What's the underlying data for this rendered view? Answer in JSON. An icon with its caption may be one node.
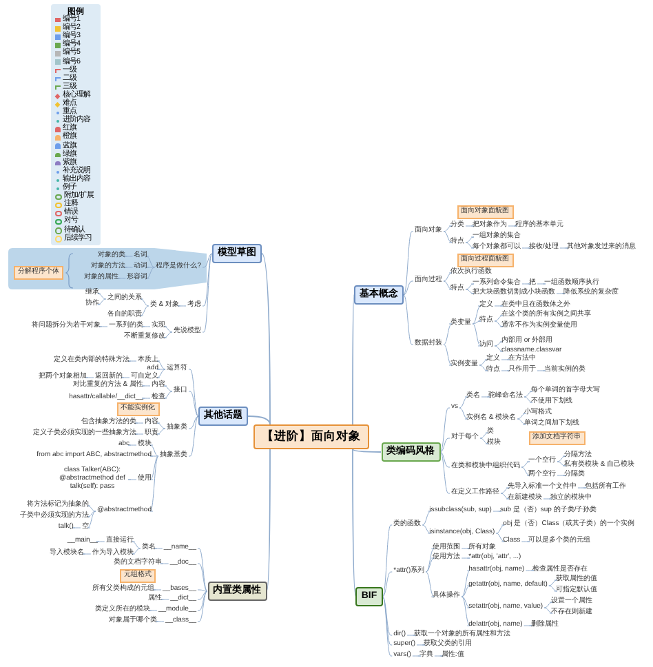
{
  "diagram": {
    "nodes": [
      {
        "text": [
          "【进阶】面向对象"
        ]
      },
      {
        "text": [
          "基本概念"
        ]
      },
      {
        "text": [
          "面向对象"
        ]
      },
      {
        "text": [
          "分类"
        ]
      },
      {
        "text": [
          "把对象作为"
        ]
      },
      {
        "text": [
          "程序的基本单元"
        ]
      },
      {
        "text": [
          "特点"
        ]
      },
      {
        "text": [
          "一组对象的集合"
        ]
      },
      {
        "text": [
          "每个对象都可以"
        ]
      },
      {
        "text": [
          "接收/处理"
        ]
      },
      {
        "text": [
          "其他对象发过来的消息"
        ]
      },
      {
        "text": [
          "面向过程"
        ]
      },
      {
        "text": [
          "依次执行函数"
        ]
      },
      {
        "text": [
          "特点"
        ]
      },
      {
        "text": [
          "一系列命令集合"
        ]
      },
      {
        "text": [
          "把"
        ]
      },
      {
        "text": [
          "一组函数顺序执行"
        ]
      },
      {
        "text": [
          "把大块函数切割成小块函数"
        ]
      },
      {
        "text": [
          "降低系统的复杂度"
        ]
      },
      {
        "text": [
          "数据封装"
        ]
      },
      {
        "text": [
          "类变量"
        ]
      },
      {
        "text": [
          "定义"
        ]
      },
      {
        "text": [
          "在类中且在函数体之外"
        ]
      },
      {
        "text": [
          "特点"
        ]
      },
      {
        "text": [
          "在这个类的所有实例之间共享"
        ]
      },
      {
        "text": [
          "通常不作为实例变量使用"
        ]
      },
      {
        "text": [
          "访问"
        ]
      },
      {
        "text": [
          "内部用 or 外部用"
        ]
      },
      {
        "text": [
          "classname.classvar"
        ]
      },
      {
        "text": [
          "实例变量"
        ]
      },
      {
        "text": [
          "定义"
        ]
      },
      {
        "text": [
          "在方法中"
        ]
      },
      {
        "text": [
          "特点"
        ]
      },
      {
        "text": [
          "只作用于"
        ]
      },
      {
        "text": [
          "当前实例的类"
        ]
      },
      {
        "text": [
          "类编码风格"
        ]
      },
      {
        "text": [
          "vs"
        ]
      },
      {
        "text": [
          "类名"
        ]
      },
      {
        "text": [
          "驼峰命名法"
        ]
      },
      {
        "text": [
          "每个单词的首字母大写"
        ]
      },
      {
        "text": [
          "不使用下划线"
        ]
      },
      {
        "text": [
          "实例名 & 模块名"
        ]
      },
      {
        "text": [
          "小写格式"
        ]
      },
      {
        "text": [
          "单词之间加下划线"
        ]
      },
      {
        "text": [
          "对于每个"
        ]
      },
      {
        "text": [
          "类"
        ]
      },
      {
        "text": [
          "模块"
        ]
      },
      {
        "text": [
          "在类和模块中组织代码"
        ]
      },
      {
        "text": [
          "一个空行"
        ]
      },
      {
        "text": [
          "分隔方法"
        ]
      },
      {
        "text": [
          "私有类模块 & 自己模块"
        ]
      },
      {
        "text": [
          "两个空行"
        ]
      },
      {
        "text": [
          "分隔类"
        ]
      },
      {
        "text": [
          "在定义工作路径"
        ]
      },
      {
        "text": [
          "先导入标准一个文件中"
        ]
      },
      {
        "text": [
          "包括所有工作"
        ]
      },
      {
        "text": [
          "在新建模块"
        ]
      },
      {
        "text": [
          "独立的模块中"
        ]
      },
      {
        "text": [
          "BIF"
        ]
      },
      {
        "text": [
          "类的函数"
        ]
      },
      {
        "text": [
          "issubclass(sub, sup)"
        ]
      },
      {
        "text": [
          "sub 是（否）sup 的子类/子孙类"
        ]
      },
      {
        "text": [
          "isinstance(obj, Class)"
        ]
      },
      {
        "text": [
          "obj 是（否）Class（或其子类）的一个实例"
        ]
      },
      {
        "text": [
          "Class"
        ]
      },
      {
        "text": [
          "可以是多个类的元组"
        ]
      },
      {
        "text": [
          "*attr()系列"
        ]
      },
      {
        "text": [
          "使用范围"
        ]
      },
      {
        "text": [
          "所有对象"
        ]
      },
      {
        "text": [
          "使用方法"
        ]
      },
      {
        "text": [
          "*attr(obj, 'attr', ...)"
        ]
      },
      {
        "text": [
          "具体操作"
        ]
      },
      {
        "text": [
          "hasattr(obj, name)"
        ]
      },
      {
        "text": [
          "检查属性是否存在"
        ]
      },
      {
        "text": [
          "getattr(obj, name, default)"
        ]
      },
      {
        "text": [
          "获取属性的值"
        ]
      },
      {
        "text": [
          "可指定默认值"
        ]
      },
      {
        "text": [
          "setattr(obj, name, value)"
        ]
      },
      {
        "text": [
          "设置一个属性"
        ]
      },
      {
        "text": [
          "不存在则新建"
        ]
      },
      {
        "text": [
          "delattr(obj, name)"
        ]
      },
      {
        "text": [
          "删除属性"
        ]
      },
      {
        "text": [
          "dir()"
        ]
      },
      {
        "text": [
          "获取一个对象的所有属性和方法"
        ]
      },
      {
        "text": [
          "super()"
        ]
      },
      {
        "text": [
          "获取父类的引用"
        ]
      },
      {
        "text": [
          "vars()"
        ]
      },
      {
        "text": [
          "字典"
        ]
      },
      {
        "text": [
          "属性:值"
        ]
      },
      {
        "text": [
          "模型草图"
        ]
      },
      {
        "text": [
          "程序是做什么?"
        ]
      },
      {
        "text": [
          "名词"
        ]
      },
      {
        "text": [
          "对象的类"
        ]
      },
      {
        "text": [
          "动词"
        ]
      },
      {
        "text": [
          "对象的方法"
        ]
      },
      {
        "text": [
          "形容词"
        ]
      },
      {
        "text": [
          "对象的属性"
        ]
      },
      {
        "text": [
          "分解程序个体"
        ]
      },
      {
        "text": [
          "考虑"
        ]
      },
      {
        "text": [
          "类 & 对象"
        ]
      },
      {
        "text": [
          "之间的关系"
        ]
      },
      {
        "text": [
          "继承"
        ]
      },
      {
        "text": [
          "协作"
        ]
      },
      {
        "text": [
          "各自的职责"
        ]
      },
      {
        "text": [
          "先说模型"
        ]
      },
      {
        "text": [
          "实现"
        ]
      },
      {
        "text": [
          "一系列的类"
        ]
      },
      {
        "text": [
          "将问题拆分为若干对象"
        ]
      },
      {
        "text": [
          "不断重复修改"
        ]
      },
      {
        "text": [
          "其他话题"
        ]
      },
      {
        "text": [
          "运算符"
        ]
      },
      {
        "text": [
          "本质上"
        ]
      },
      {
        "text": [
          "定义在类内部的特殊方法"
        ]
      },
      {
        "text": [
          "add"
        ]
      },
      {
        "text": [
          "可自定义"
        ]
      },
      {
        "text": [
          "返回新的"
        ]
      },
      {
        "text": [
          "把两个对象相加"
        ]
      },
      {
        "text": [
          "接口"
        ]
      },
      {
        "text": [
          "内容"
        ]
      },
      {
        "text": [
          "对比重复的方法 & 属性"
        ]
      },
      {
        "text": [
          "检查"
        ]
      },
      {
        "text": [
          "hasattr/callable/__dict__"
        ]
      },
      {
        "text": [
          "抽象类"
        ]
      },
      {
        "text": [
          "内容"
        ]
      },
      {
        "text": [
          "包含抽象方法的类"
        ]
      },
      {
        "text": [
          "职责"
        ]
      },
      {
        "text": [
          "定义子类必须实现的一些抽象方法"
        ]
      },
      {
        "text": [
          "抽象基类"
        ]
      },
      {
        "text": [
          "模块"
        ]
      },
      {
        "text": [
          "abc"
        ]
      },
      {
        "text": [
          "from abc import ABC, abstractmethod"
        ]
      },
      {
        "text": [
          "使用"
        ]
      },
      {
        "text": [
          "class Talker(ABC): @abstractmethod def talk(self): pass"
        ]
      },
      {
        "text": [
          "@abstractmethod"
        ]
      },
      {
        "text": [
          "将方法标记为抽象的"
        ]
      },
      {
        "text": [
          "子类中必须实现的方法"
        ]
      },
      {
        "text": [
          "空"
        ]
      },
      {
        "text": [
          "talk()"
        ]
      },
      {
        "text": [
          "内置类属性"
        ]
      },
      {
        "text": [
          "__name__"
        ]
      },
      {
        "text": [
          "类名"
        ]
      },
      {
        "text": [
          "直接运行"
        ]
      },
      {
        "text": [
          "__main__"
        ]
      },
      {
        "text": [
          "作为导入模块"
        ]
      },
      {
        "text": [
          "导入模块名"
        ]
      },
      {
        "text": [
          "__doc__"
        ]
      },
      {
        "text": [
          "类的文档字符串"
        ]
      },
      {
        "text": [
          "__bases__"
        ]
      },
      {
        "text": [
          "所有父类构成的元组"
        ]
      },
      {
        "text": [
          "__dict__"
        ]
      },
      {
        "text": [
          "属性"
        ]
      },
      {
        "text": [
          "__module__"
        ]
      },
      {
        "text": [
          "类定义所在的模块"
        ]
      },
      {
        "text": [
          "__class__"
        ]
      },
      {
        "text": [
          "对象属于哪个类"
        ]
      },
      {
        "text": [
          "面向对象面貌图"
        ]
      },
      {
        "text": [
          "面向过程面貌图"
        ]
      },
      {
        "text": [
          "不能实例化"
        ]
      },
      {
        "text": [
          "添加文档字符串"
        ]
      },
      {
        "text": [
          "元组格式"
        ]
      }
    ],
    "edges": [
      {
        "from": 0,
        "to": 1,
        "arrow": "none"
      },
      {
        "from": 1,
        "to": 2,
        "arrow": "none"
      },
      {
        "from": 2,
        "to": 3,
        "arrow": "none"
      },
      {
        "from": 3,
        "to": 4,
        "arrow": "none"
      },
      {
        "from": 4,
        "to": 5,
        "arrow": "none"
      },
      {
        "from": 2,
        "to": 6,
        "arrow": "none"
      },
      {
        "from": 6,
        "to": 7,
        "arrow": "none"
      },
      {
        "from": 6,
        "to": 8,
        "arrow": "none"
      },
      {
        "from": 8,
        "to": 9,
        "arrow": "none"
      },
      {
        "from": 9,
        "to": 10,
        "arrow": "none"
      },
      {
        "from": 1,
        "to": 11,
        "arrow": "none"
      },
      {
        "from": 11,
        "to": 12,
        "arrow": "none"
      },
      {
        "from": 11,
        "to": 13,
        "arrow": "none"
      },
      {
        "from": 13,
        "to": 14,
        "arrow": "none"
      },
      {
        "from": 14,
        "to": 15,
        "arrow": "none"
      },
      {
        "from": 15,
        "to": 16,
        "arrow": "none"
      },
      {
        "from": 13,
        "to": 17,
        "arrow": "none"
      },
      {
        "from": 17,
        "to": 18,
        "arrow": "none"
      },
      {
        "from": 1,
        "to": 19,
        "arrow": "none"
      },
      {
        "from": 19,
        "to": 20,
        "arrow": "none"
      },
      {
        "from": 20,
        "to": 21,
        "arrow": "none"
      },
      {
        "from": 21,
        "to": 22,
        "arrow": "none"
      },
      {
        "from": 20,
        "to": 23,
        "arrow": "none"
      },
      {
        "from": 23,
        "to": 24,
        "arrow": "none"
      },
      {
        "from": 23,
        "to": 25,
        "arrow": "none"
      },
      {
        "from": 20,
        "to": 26,
        "arrow": "none"
      },
      {
        "from": 26,
        "to": 27,
        "arrow": "none"
      },
      {
        "from": 26,
        "to": 28,
        "arrow": "none"
      },
      {
        "from": 19,
        "to": 29,
        "arrow": "none"
      },
      {
        "from": 29,
        "to": 30,
        "arrow": "none"
      },
      {
        "from": 30,
        "to": 31,
        "arrow": "none"
      },
      {
        "from": 29,
        "to": 32,
        "arrow": "none"
      },
      {
        "from": 32,
        "to": 33,
        "arrow": "none"
      },
      {
        "from": 33,
        "to": 34,
        "arrow": "none"
      },
      {
        "from": 0,
        "to": 35,
        "arrow": "none"
      },
      {
        "from": 35,
        "to": 36,
        "arrow": "none"
      },
      {
        "from": 36,
        "to": 37,
        "arrow": "none"
      },
      {
        "from": 37,
        "to": 38,
        "arrow": "none"
      },
      {
        "from": 38,
        "to": 39,
        "arrow": "none"
      },
      {
        "from": 38,
        "to": 40,
        "arrow": "none"
      },
      {
        "from": 36,
        "to": 41,
        "arrow": "none"
      },
      {
        "from": 41,
        "to": 42,
        "arrow": "none"
      },
      {
        "from": 41,
        "to": 43,
        "arrow": "none"
      },
      {
        "from": 35,
        "to": 44,
        "arrow": "none"
      },
      {
        "from": 44,
        "to": 45,
        "arrow": "none"
      },
      {
        "from": 44,
        "to": 46,
        "arrow": "none"
      },
      {
        "from": 35,
        "to": 47,
        "arrow": "none"
      },
      {
        "from": 47,
        "to": 48,
        "arrow": "none"
      },
      {
        "from": 48,
        "to": 49,
        "arrow": "none"
      },
      {
        "from": 48,
        "to": 50,
        "arrow": "none"
      },
      {
        "from": 47,
        "to": 51,
        "arrow": "none"
      },
      {
        "from": 51,
        "to": 52,
        "arrow": "none"
      },
      {
        "from": 35,
        "to": 53,
        "arrow": "none"
      },
      {
        "from": 53,
        "to": 54,
        "arrow": "none"
      },
      {
        "from": 54,
        "to": 55,
        "arrow": "none"
      },
      {
        "from": 53,
        "to": 56,
        "arrow": "none"
      },
      {
        "from": 56,
        "to": 57,
        "arrow": "none"
      },
      {
        "from": 0,
        "to": 58,
        "arrow": "none"
      },
      {
        "from": 58,
        "to": 59,
        "arrow": "none"
      },
      {
        "from": 59,
        "to": 60,
        "arrow": "none"
      },
      {
        "from": 60,
        "to": 61,
        "arrow": "none"
      },
      {
        "from": 59,
        "to": 62,
        "arrow": "none"
      },
      {
        "from": 62,
        "to": 63,
        "arrow": "none"
      },
      {
        "from": 62,
        "to": 64,
        "arrow": "none"
      },
      {
        "from": 64,
        "to": 65,
        "arrow": "none"
      },
      {
        "from": 58,
        "to": 66,
        "arrow": "none"
      },
      {
        "from": 66,
        "to": 67,
        "arrow": "none"
      },
      {
        "from": 67,
        "to": 68,
        "arrow": "none"
      },
      {
        "from": 66,
        "to": 69,
        "arrow": "none"
      },
      {
        "from": 69,
        "to": 70,
        "arrow": "none"
      },
      {
        "from": 66,
        "to": 71,
        "arrow": "none"
      },
      {
        "from": 71,
        "to": 72,
        "arrow": "none"
      },
      {
        "from": 72,
        "to": 73,
        "arrow": "none"
      },
      {
        "from": 71,
        "to": 74,
        "arrow": "none"
      },
      {
        "from": 74,
        "to": 75,
        "arrow": "none"
      },
      {
        "from": 74,
        "to": 76,
        "arrow": "none"
      },
      {
        "from": 71,
        "to": 77,
        "arrow": "none"
      },
      {
        "from": 77,
        "to": 78,
        "arrow": "none"
      },
      {
        "from": 77,
        "to": 79,
        "arrow": "none"
      },
      {
        "from": 71,
        "to": 80,
        "arrow": "none"
      },
      {
        "from": 80,
        "to": 81,
        "arrow": "none"
      },
      {
        "from": 58,
        "to": 82,
        "arrow": "none"
      },
      {
        "from": 82,
        "to": 83,
        "arrow": "none"
      },
      {
        "from": 58,
        "to": 84,
        "arrow": "none"
      },
      {
        "from": 84,
        "to": 85,
        "arrow": "none"
      },
      {
        "from": 58,
        "to": 86,
        "arrow": "none"
      },
      {
        "from": 86,
        "to": 87,
        "arrow": "none"
      },
      {
        "from": 87,
        "to": 88,
        "arrow": "none"
      },
      {
        "from": 0,
        "to": 89,
        "arrow": "none"
      },
      {
        "from": 89,
        "to": 90,
        "arrow": "none"
      },
      {
        "from": 90,
        "to": 91,
        "arrow": "none"
      },
      {
        "from": 91,
        "to": 92,
        "arrow": "none"
      },
      {
        "from": 90,
        "to": 93,
        "arrow": "none"
      },
      {
        "from": 93,
        "to": 94,
        "arrow": "none"
      },
      {
        "from": 90,
        "to": 95,
        "arrow": "none"
      },
      {
        "from": 95,
        "to": 96,
        "arrow": "none"
      },
      {
        "from": 89,
        "to": 98,
        "arrow": "none"
      },
      {
        "from": 98,
        "to": 99,
        "arrow": "none"
      },
      {
        "from": 99,
        "to": 100,
        "arrow": "none"
      },
      {
        "from": 100,
        "to": 101,
        "arrow": "none"
      },
      {
        "from": 100,
        "to": 102,
        "arrow": "none"
      },
      {
        "from": 99,
        "to": 103,
        "arrow": "none"
      },
      {
        "from": 89,
        "to": 104,
        "arrow": "none"
      },
      {
        "from": 104,
        "to": 105,
        "arrow": "none"
      },
      {
        "from": 105,
        "to": 106,
        "arrow": "none"
      },
      {
        "from": 106,
        "to": 107,
        "arrow": "none"
      },
      {
        "from": 104,
        "to": 108,
        "arrow": "none"
      },
      {
        "from": 0,
        "to": 109,
        "arrow": "none"
      },
      {
        "from": 109,
        "to": 110,
        "arrow": "none"
      },
      {
        "from": 110,
        "to": 111,
        "arrow": "none"
      },
      {
        "from": 111,
        "to": 112,
        "arrow": "none"
      },
      {
        "from": 110,
        "to": 113,
        "arrow": "none"
      },
      {
        "from": 110,
        "to": 114,
        "arrow": "none"
      },
      {
        "from": 114,
        "to": 115,
        "arrow": "none"
      },
      {
        "from": 115,
        "to": 116,
        "arrow": "none"
      },
      {
        "from": 109,
        "to": 117,
        "arrow": "none"
      },
      {
        "from": 117,
        "to": 118,
        "arrow": "none"
      },
      {
        "from": 118,
        "to": 119,
        "arrow": "none"
      },
      {
        "from": 117,
        "to": 120,
        "arrow": "none"
      },
      {
        "from": 120,
        "to": 121,
        "arrow": "none"
      },
      {
        "from": 109,
        "to": 122,
        "arrow": "none"
      },
      {
        "from": 122,
        "to": 123,
        "arrow": "none"
      },
      {
        "from": 123,
        "to": 124,
        "arrow": "none"
      },
      {
        "from": 122,
        "to": 125,
        "arrow": "none"
      },
      {
        "from": 125,
        "to": 126,
        "arrow": "none"
      },
      {
        "from": 109,
        "to": 127,
        "arrow": "none"
      },
      {
        "from": 127,
        "to": 128,
        "arrow": "none"
      },
      {
        "from": 128,
        "to": 129,
        "arrow": "none"
      },
      {
        "from": 127,
        "to": 130,
        "arrow": "none"
      },
      {
        "from": 127,
        "to": 131,
        "arrow": "none"
      },
      {
        "from": 131,
        "to": 132,
        "arrow": "none"
      },
      {
        "from": 127,
        "to": 133,
        "arrow": "none"
      },
      {
        "from": 133,
        "to": 134,
        "arrow": "none"
      },
      {
        "from": 133,
        "to": 135,
        "arrow": "none"
      },
      {
        "from": 133,
        "to": 136,
        "arrow": "none"
      },
      {
        "from": 136,
        "to": 137,
        "arrow": "none"
      },
      {
        "from": 0,
        "to": 138,
        "arrow": "none"
      },
      {
        "from": 138,
        "to": 139,
        "arrow": "none"
      },
      {
        "from": 139,
        "to": 140,
        "arrow": "none"
      },
      {
        "from": 140,
        "to": 141,
        "arrow": "none"
      },
      {
        "from": 141,
        "to": 142,
        "arrow": "none"
      },
      {
        "from": 140,
        "to": 143,
        "arrow": "none"
      },
      {
        "from": 143,
        "to": 144,
        "arrow": "none"
      },
      {
        "from": 138,
        "to": 145,
        "arrow": "none"
      },
      {
        "from": 145,
        "to": 146,
        "arrow": "none"
      },
      {
        "from": 138,
        "to": 147,
        "arrow": "none"
      },
      {
        "from": 147,
        "to": 148,
        "arrow": "none"
      },
      {
        "from": 138,
        "to": 149,
        "arrow": "none"
      },
      {
        "from": 149,
        "to": 150,
        "arrow": "none"
      },
      {
        "from": 138,
        "to": 151,
        "arrow": "none"
      },
      {
        "from": 151,
        "to": 152,
        "arrow": "none"
      },
      {
        "from": 138,
        "to": 153,
        "arrow": "none"
      },
      {
        "from": 153,
        "to": 154,
        "arrow": "none"
      }
    ],
    "labels": [
      "图例"
    ],
    "legend": [
      {
        "text": "编号1",
        "color": "#e06666"
      },
      {
        "text": "编号2",
        "color": "#f1c232"
      },
      {
        "text": "编号3",
        "color": "#6d9eeb"
      },
      {
        "text": "编号4",
        "color": "#6aa84f"
      },
      {
        "text": "编号5",
        "color": "#b7b7b7"
      },
      {
        "text": "编号6",
        "color": "#a2c4c9"
      },
      {
        "text": "一级"
      },
      {
        "text": "二级"
      },
      {
        "text": "三级"
      },
      {
        "text": "核心理解"
      },
      {
        "text": "难点"
      },
      {
        "text": "重点"
      },
      {
        "text": "进阶内容"
      },
      {
        "text": "红旗"
      },
      {
        "text": "橙旗"
      },
      {
        "text": "蓝旗"
      },
      {
        "text": "绿旗"
      },
      {
        "text": "紫旗"
      },
      {
        "text": "补充说明"
      },
      {
        "text": "输出内容"
      },
      {
        "text": "例子"
      },
      {
        "text": "附加/扩展"
      },
      {
        "text": "注释"
      },
      {
        "text": "错误"
      },
      {
        "text": "对号"
      },
      {
        "text": "待确认"
      },
      {
        "text": "后续学习"
      }
    ]
  }
}
